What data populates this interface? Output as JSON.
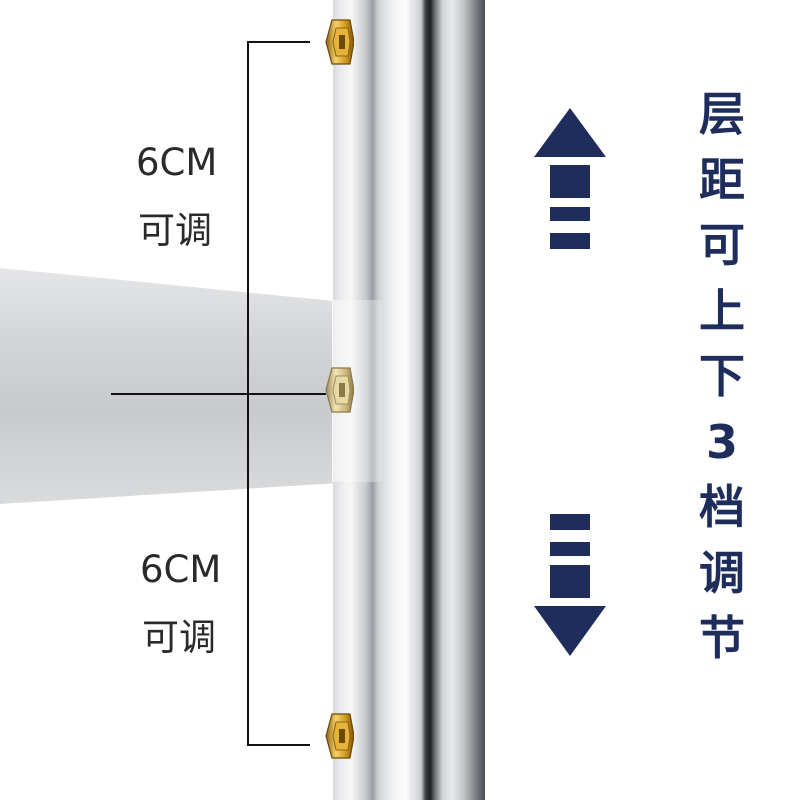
{
  "colors": {
    "navy": "#1e2d5c",
    "gold": "#d2a22b",
    "label_text": "#2a2a2a"
  },
  "labels": {
    "upper": {
      "size": "6CM",
      "adjustable": "可调"
    },
    "lower": {
      "size": "6CM",
      "adjustable": "可调"
    }
  },
  "caption": {
    "chars": [
      "层",
      "距",
      "可",
      "上",
      "下",
      "3",
      "档",
      "调",
      "节"
    ]
  },
  "icons": {
    "up_arrow": "arrow-up-icon",
    "down_arrow": "arrow-down-icon",
    "screw": "hex-screw-icon"
  }
}
